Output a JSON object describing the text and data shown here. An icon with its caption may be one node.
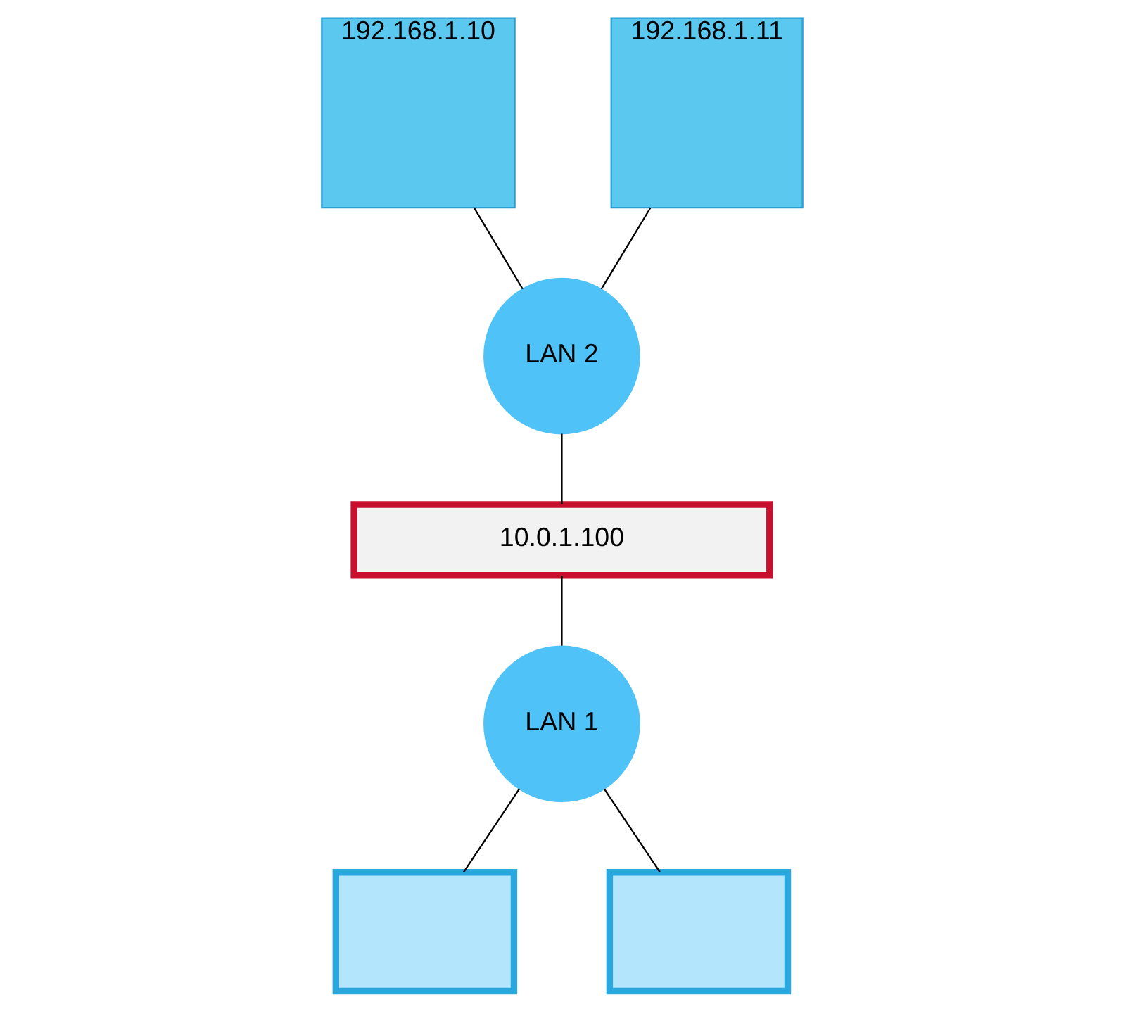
{
  "diagram": {
    "nodes": [
      {
        "text": [
          "192.168.1.10"
        ]
      },
      {
        "text": [
          "192.168.1.11"
        ]
      },
      {
        "text": [
          "LAN 2"
        ]
      },
      {
        "text": [
          "10.0.1.100"
        ]
      },
      {
        "text": [
          "LAN 1"
        ]
      },
      {
        "text": [],
        "shape": "laptop"
      },
      {
        "text": [],
        "shape": "laptop"
      }
    ],
    "edges": [
      {
        "from": 0,
        "to": 2,
        "arrow": "none"
      },
      {
        "from": 1,
        "to": 2,
        "arrow": "none"
      },
      {
        "from": 2,
        "to": 3,
        "arrow": "none"
      },
      {
        "from": 3,
        "to": 4,
        "arrow": "none"
      },
      {
        "from": 4,
        "to": 5,
        "arrow": "none"
      },
      {
        "from": 4,
        "to": 6,
        "arrow": "none"
      }
    ]
  }
}
